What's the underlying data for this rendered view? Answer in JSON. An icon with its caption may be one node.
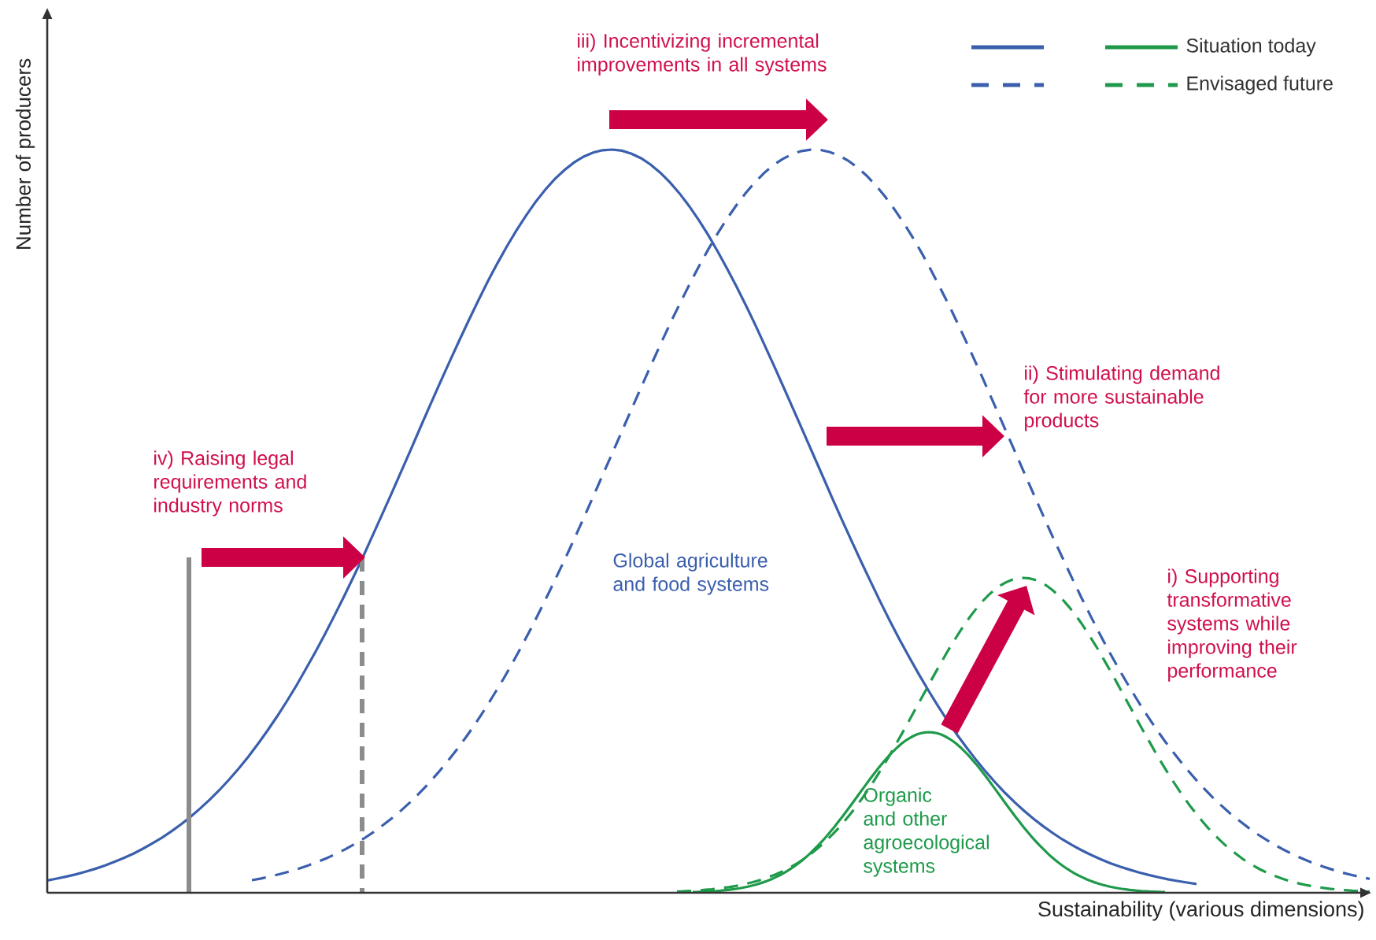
{
  "diagram": {
    "labels": [
      "iii) Incentivizing incremental improvements in all systems",
      "Number of producers",
      "ii) Stimulating demand for more sustainable products",
      "iv) Raising legal requirements and industry norms",
      "Global agriculture and food systems",
      "i) Supporting transformative systems while improving their performance",
      "Organic and other agroecological systems",
      "Sustainability (various dimensions)"
    ],
    "legend": [
      {
        "text": "Situation today"
      },
      {
        "text": "Envisaged future"
      }
    ]
  }
}
